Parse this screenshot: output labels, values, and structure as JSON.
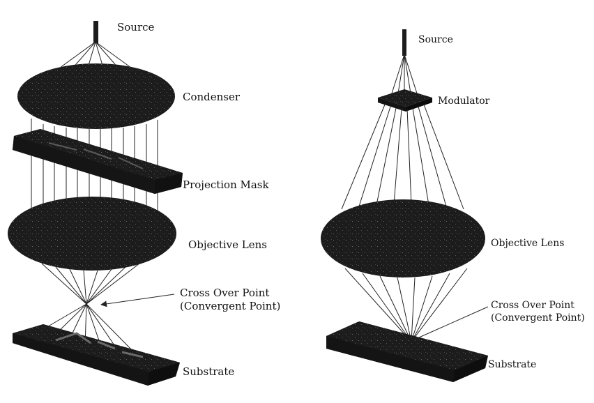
{
  "left_system": {
    "source": "Source",
    "condenser": "Condenser",
    "projection_mask": "Projection Mask",
    "objective_lens": "Objective Lens",
    "cross_over_line1": "Cross Over Point",
    "cross_over_line2": "(Convergent Point)",
    "substrate": "Substrate"
  },
  "right_system": {
    "source": "Source",
    "modulator": "Modulator",
    "objective_lens": "Objective Lens",
    "cross_over_line1": "Cross Over Point",
    "cross_over_line2": "(Convergent Point)",
    "substrate": "Substrate"
  },
  "colors": {
    "component_fill": "#1c1c1c",
    "ray": "#222222",
    "label_text": "#111111"
  }
}
